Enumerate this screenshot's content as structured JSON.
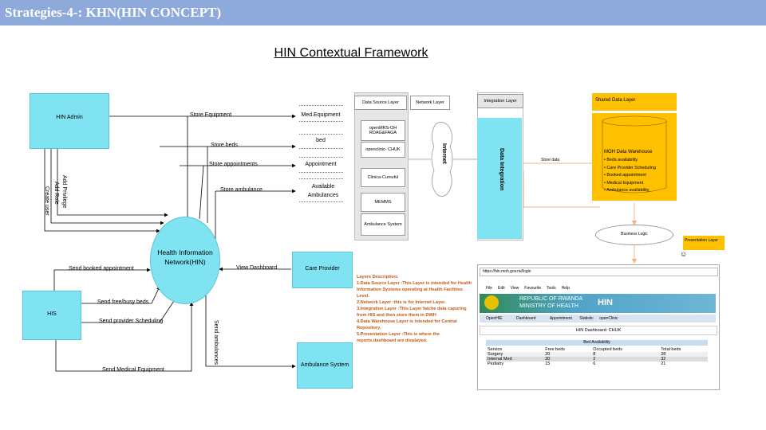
{
  "header": {
    "title": "Strategies-4-: KHN(HIN CONCEPT)"
  },
  "page_title": "HIN Contextual Framework",
  "left_diagram": {
    "hin_admin": "HIN Admin",
    "his": "HIS",
    "center": "Health Information Network(HIN)",
    "care_provider": "Care Provider",
    "ambulance_system": "Ambulance System",
    "entities": [
      "Med.Equipment",
      "bed",
      "Appointment",
      "Available Ambulances"
    ],
    "store_labels": [
      "Store Equipment",
      "Store beds",
      "Store appointments",
      "Store ambulance"
    ],
    "admin_flows": [
      "Add Privilege",
      "Add Role",
      "Create user"
    ],
    "his_flows": [
      "Send booked appointment",
      "Send free/busy beds",
      "Send provider Scheduling",
      "Send Medical Equipment"
    ],
    "view_dashboard": "View Dashboard",
    "send_ambulances": "Send ambulances"
  },
  "architecture": {
    "data_source_layer": "Data Source Layer",
    "network_layer": "Network Layer",
    "integration_layer": "Integration Layer",
    "shared_data_layer": "Shared Data Layer",
    "sources": [
      "openMRS-OH RDAG&FAGA",
      "openclinic- CHUK",
      "Clinica-Cumuful",
      "MEMMS",
      "Ambulance System"
    ],
    "internet": "Internet",
    "data_integration": "Data Integration",
    "store_data": "Store data",
    "warehouse_title": "MOH Data Warehouse",
    "warehouse_items": [
      "Beds availability",
      "Care Provider Scheduling",
      "Booked appointment",
      "Medical Equipment",
      "Ambulance availability"
    ],
    "business_logic": "Business Logic",
    "presentation_layer": "Presentation Layer"
  },
  "layers_description": {
    "heading": "Layers Description:",
    "lines": [
      "1.Data Source Layer :This Layer is intended for Health Information Systems operating at Health Facilities Level.",
      "2.Network Layer :this is for Internet Layer.",
      "3.Integration Layer :This Layer fatche data capuring from HIS and then store them in DWH",
      "4.Data Warehouse Layer is intended for Central Repository.",
      "5.Presentation Layer :This is where the reports,dashboard are displayed."
    ]
  },
  "browser": {
    "url": "https://hin.moh.gov.rw/login",
    "menu": [
      "File",
      "Edit",
      "View",
      "Favourite",
      "Tools",
      "Help"
    ],
    "banner_line1": "REPUBLIC OF RWANDA",
    "banner_line2": "MINISTRY OF HEALTH",
    "brand": "HIN",
    "nav": [
      "OpenHIE",
      "Dashboard",
      "Appointment",
      "Statistic",
      "openClinic"
    ],
    "dashboard_title": "HIN Dashboard: CHUK",
    "table_title": "Bed Availability",
    "columns": [
      "Service",
      "Free beds",
      "Occupied beds",
      "Total beds"
    ],
    "rows": [
      [
        "Surgery",
        "20",
        "8",
        "28"
      ],
      [
        "Internal Med",
        "30",
        "2",
        "32"
      ],
      [
        "Pediatry",
        "15",
        "6",
        "21"
      ]
    ]
  },
  "colors": {
    "banner": "#8eaadb",
    "cyan": "#7fe3f2",
    "orange": "#ffc000",
    "legend_text": "#c55a11"
  }
}
